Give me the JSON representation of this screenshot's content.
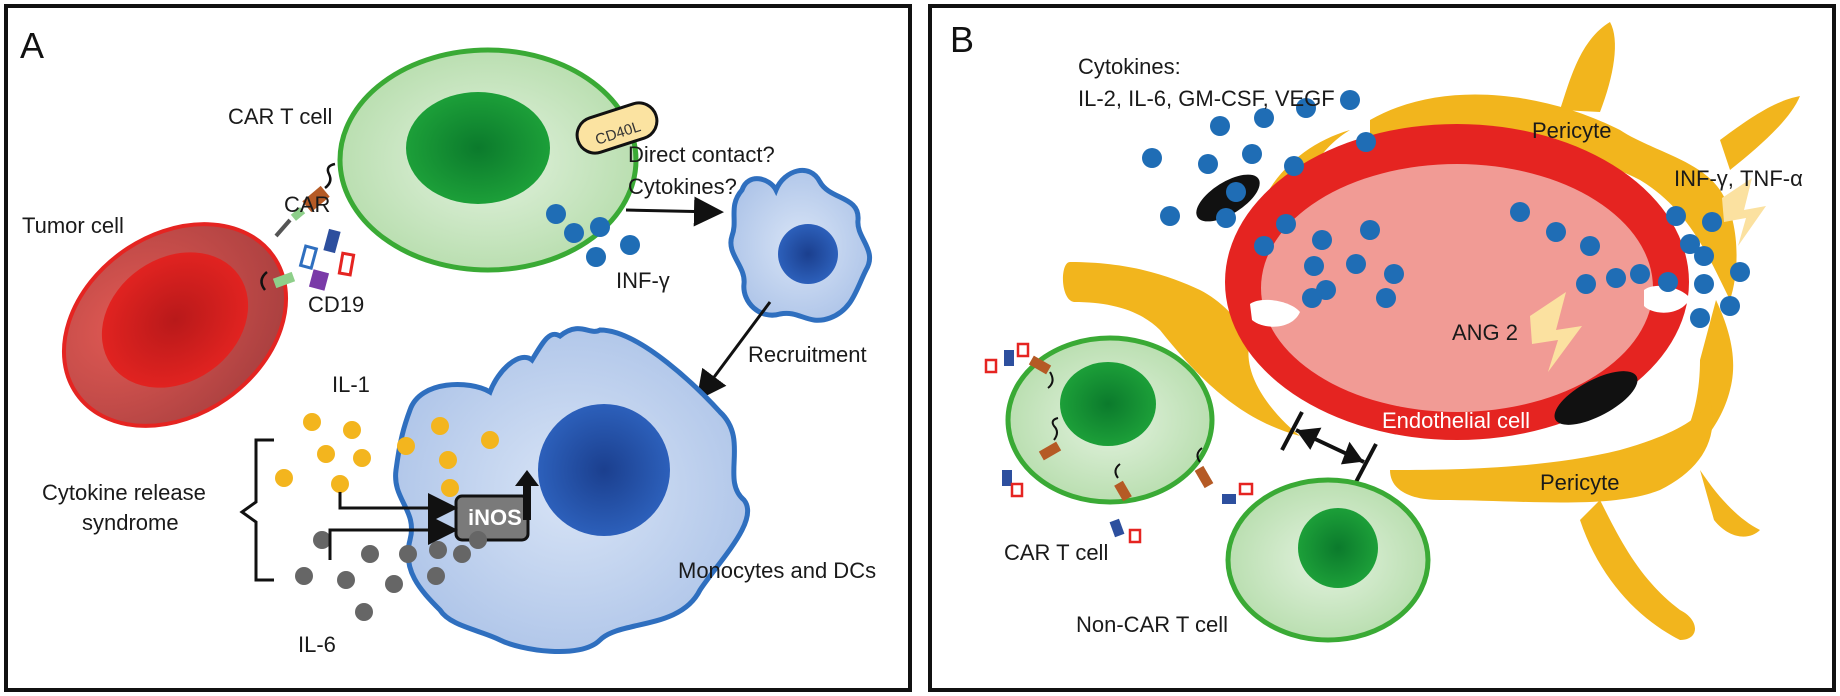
{
  "panel_a": {
    "letter": "A",
    "labels": {
      "car_t_cell": "CAR T cell",
      "tumor_cell": "Tumor cell",
      "car": "CAR",
      "cd19": "CD19",
      "cd40l": "CD40L",
      "direct_contact": "Direct contact?",
      "cytokines_q": "Cytokines?",
      "inf_gamma": "INF-γ",
      "recruitment": "Recruitment",
      "il1": "IL-1",
      "crs_line1": "Cytokine release",
      "crs_line2": "syndrome",
      "inos": "iNOS",
      "il6": "IL-6",
      "monocytes": "Monocytes and DCs"
    }
  },
  "panel_b": {
    "letter": "B",
    "labels": {
      "cytokines_title": "Cytokines:",
      "cytokines_list": "IL-2, IL-6, GM-CSF, VEGF",
      "pericyte_top": "Pericyte",
      "inf_tnf": "INF-γ, TNF-α",
      "ang2": "ANG 2",
      "endothelial": "Endothelial cell",
      "pericyte_bottom": "Pericyte",
      "car_t_cell": "CAR T cell",
      "non_car_t_cell": "Non-CAR T cell"
    }
  },
  "colors": {
    "border": "#111111",
    "tumor_red": "#e52421",
    "car_t_green": "#3aaa35",
    "monocyte_blue": "#2f6fbf",
    "cytokine_blue": "#1f6db5",
    "il1_yellow": "#f3b51e",
    "il6_gray": "#666666",
    "pericyte_yellow": "#f2b51d",
    "endothelial_red": "#e52421",
    "lumen_pink": "#f19b95"
  }
}
